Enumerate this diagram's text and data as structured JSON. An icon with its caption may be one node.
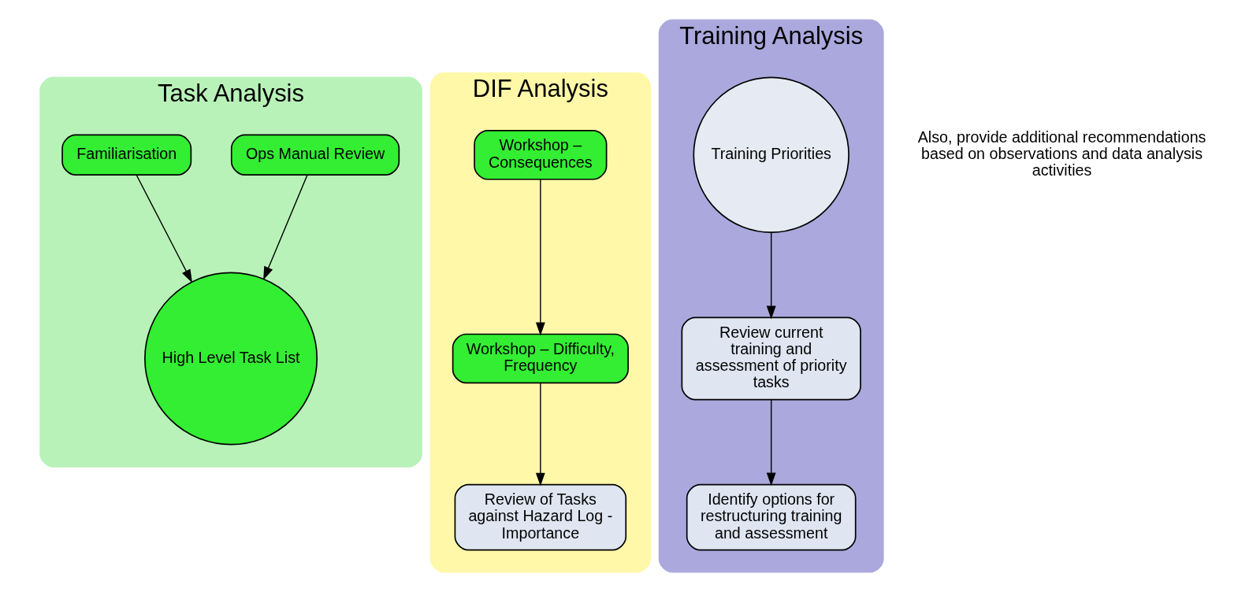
{
  "diagram": {
    "nodes": [
      {
        "text": [
          "Task Analysis"
        ]
      },
      {
        "text": [
          "Ops Manual Review"
        ],
        "in": 0
      },
      {
        "text": [
          "Familiarisation"
        ],
        "in": 0
      },
      {
        "text": [
          "High Level Task List"
        ],
        "in": 0
      },
      {
        "text": [
          "DIF Analysis"
        ]
      },
      {
        "text": [
          "Workshop – Consequences"
        ],
        "in": 4
      },
      {
        "text": [
          "Workshop – Difficulty, Frequency"
        ],
        "in": 4
      },
      {
        "text": [
          "Review of Tasks against Hazard Log - Importance"
        ],
        "in": 4
      },
      {
        "text": [
          "Training Analysis"
        ]
      },
      {
        "text": [
          "Training Priorities"
        ],
        "in": 8
      },
      {
        "text": [
          "Review current training and assessment of priority tasks"
        ],
        "in": 8
      },
      {
        "text": [
          "Identify options for restructuring training and assessment"
        ],
        "in": 8
      }
    ],
    "edges": [
      {
        "from": 1,
        "to": 3,
        "arrow": "to"
      },
      {
        "from": 2,
        "to": 3,
        "arrow": "to"
      },
      {
        "from": 5,
        "to": 6,
        "arrow": "to"
      },
      {
        "from": 6,
        "to": 7,
        "arrow": "to"
      },
      {
        "from": 9,
        "to": 10,
        "arrow": "to"
      },
      {
        "from": 10,
        "to": 11,
        "arrow": "to"
      }
    ],
    "labels": [
      "Also, provide additional recommendations based on observations and data analysis activities"
    ]
  }
}
